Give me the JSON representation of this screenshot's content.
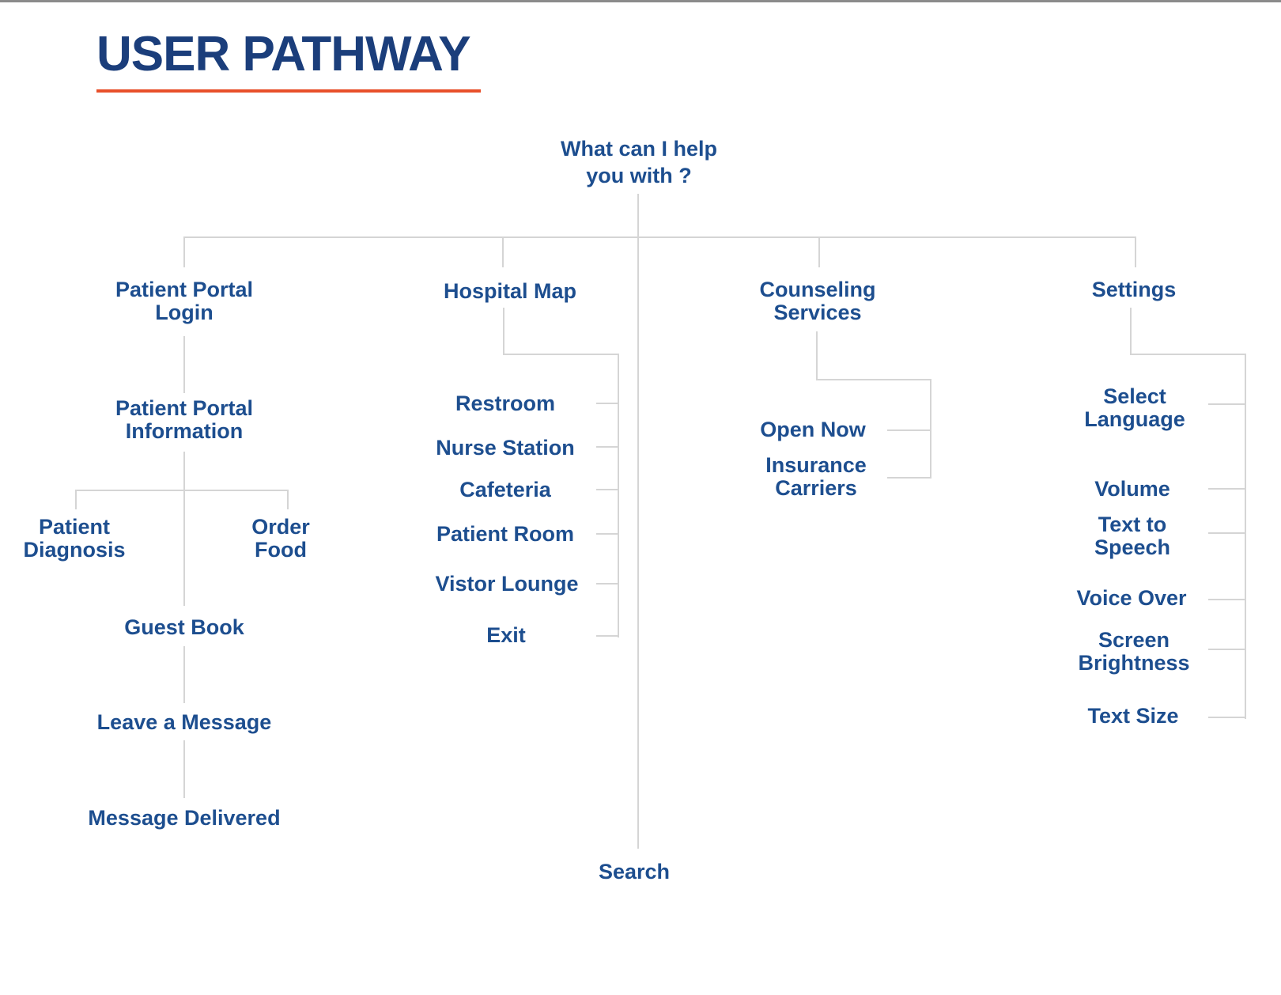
{
  "title": "USER PATHWAY",
  "nodes": {
    "root": "What can I help you with ?",
    "patient_portal_login": "Patient Portal Login",
    "patient_portal_information": "Patient Portal Information",
    "patient_diagnosis": "Patient Diagnosis",
    "order_food": "Order Food",
    "guest_book": "Guest Book",
    "leave_a_message": "Leave a Message",
    "message_delivered": "Message Delivered",
    "hospital_map": "Hospital Map",
    "restroom": "Restroom",
    "nurse_station": "Nurse Station",
    "cafeteria": "Cafeteria",
    "patient_room": "Patient Room",
    "vistor_lounge": "Vistor Lounge",
    "exit": "Exit",
    "counseling_services": "Counseling Services",
    "open_now": "Open Now",
    "insurance_carriers": "Insurance Carriers",
    "settings": "Settings",
    "select_language": "Select Language",
    "volume": "Volume",
    "text_to_speech": "Text to Speech",
    "voice_over": "Voice Over",
    "screen_brightness": "Screen Brightness",
    "text_size": "Text Size",
    "search": "Search"
  },
  "hierarchy": {
    "edges": [
      [
        "What can I help you with ?",
        "Patient Portal Login"
      ],
      [
        "What can I help you with ?",
        "Hospital Map"
      ],
      [
        "What can I help you with ?",
        "Counseling Services"
      ],
      [
        "What can I help you with ?",
        "Settings"
      ],
      [
        "What can I help you with ?",
        "Search"
      ],
      [
        "Patient Portal Login",
        "Patient Portal Information"
      ],
      [
        "Patient Portal Information",
        "Patient Diagnosis"
      ],
      [
        "Patient Portal Information",
        "Order Food"
      ],
      [
        "Patient Portal Information",
        "Guest Book"
      ],
      [
        "Guest Book",
        "Leave a Message"
      ],
      [
        "Leave a Message",
        "Message Delivered"
      ],
      [
        "Hospital Map",
        "Restroom"
      ],
      [
        "Hospital Map",
        "Nurse Station"
      ],
      [
        "Hospital Map",
        "Cafeteria"
      ],
      [
        "Hospital Map",
        "Patient Room"
      ],
      [
        "Hospital Map",
        "Vistor Lounge"
      ],
      [
        "Hospital Map",
        "Exit"
      ],
      [
        "Counseling Services",
        "Open Now"
      ],
      [
        "Counseling Services",
        "Insurance Carriers"
      ],
      [
        "Settings",
        "Select Language"
      ],
      [
        "Settings",
        "Volume"
      ],
      [
        "Settings",
        "Text to Speech"
      ],
      [
        "Settings",
        "Voice Over"
      ],
      [
        "Settings",
        "Screen Brightness"
      ],
      [
        "Settings",
        "Text Size"
      ]
    ]
  },
  "colors": {
    "node_text": "#1D4E8F",
    "title_text": "#1B3E7B",
    "accent_underline": "#E8502B",
    "connector_line": "#D5D5D5",
    "top_border": "#8B8B8B"
  }
}
